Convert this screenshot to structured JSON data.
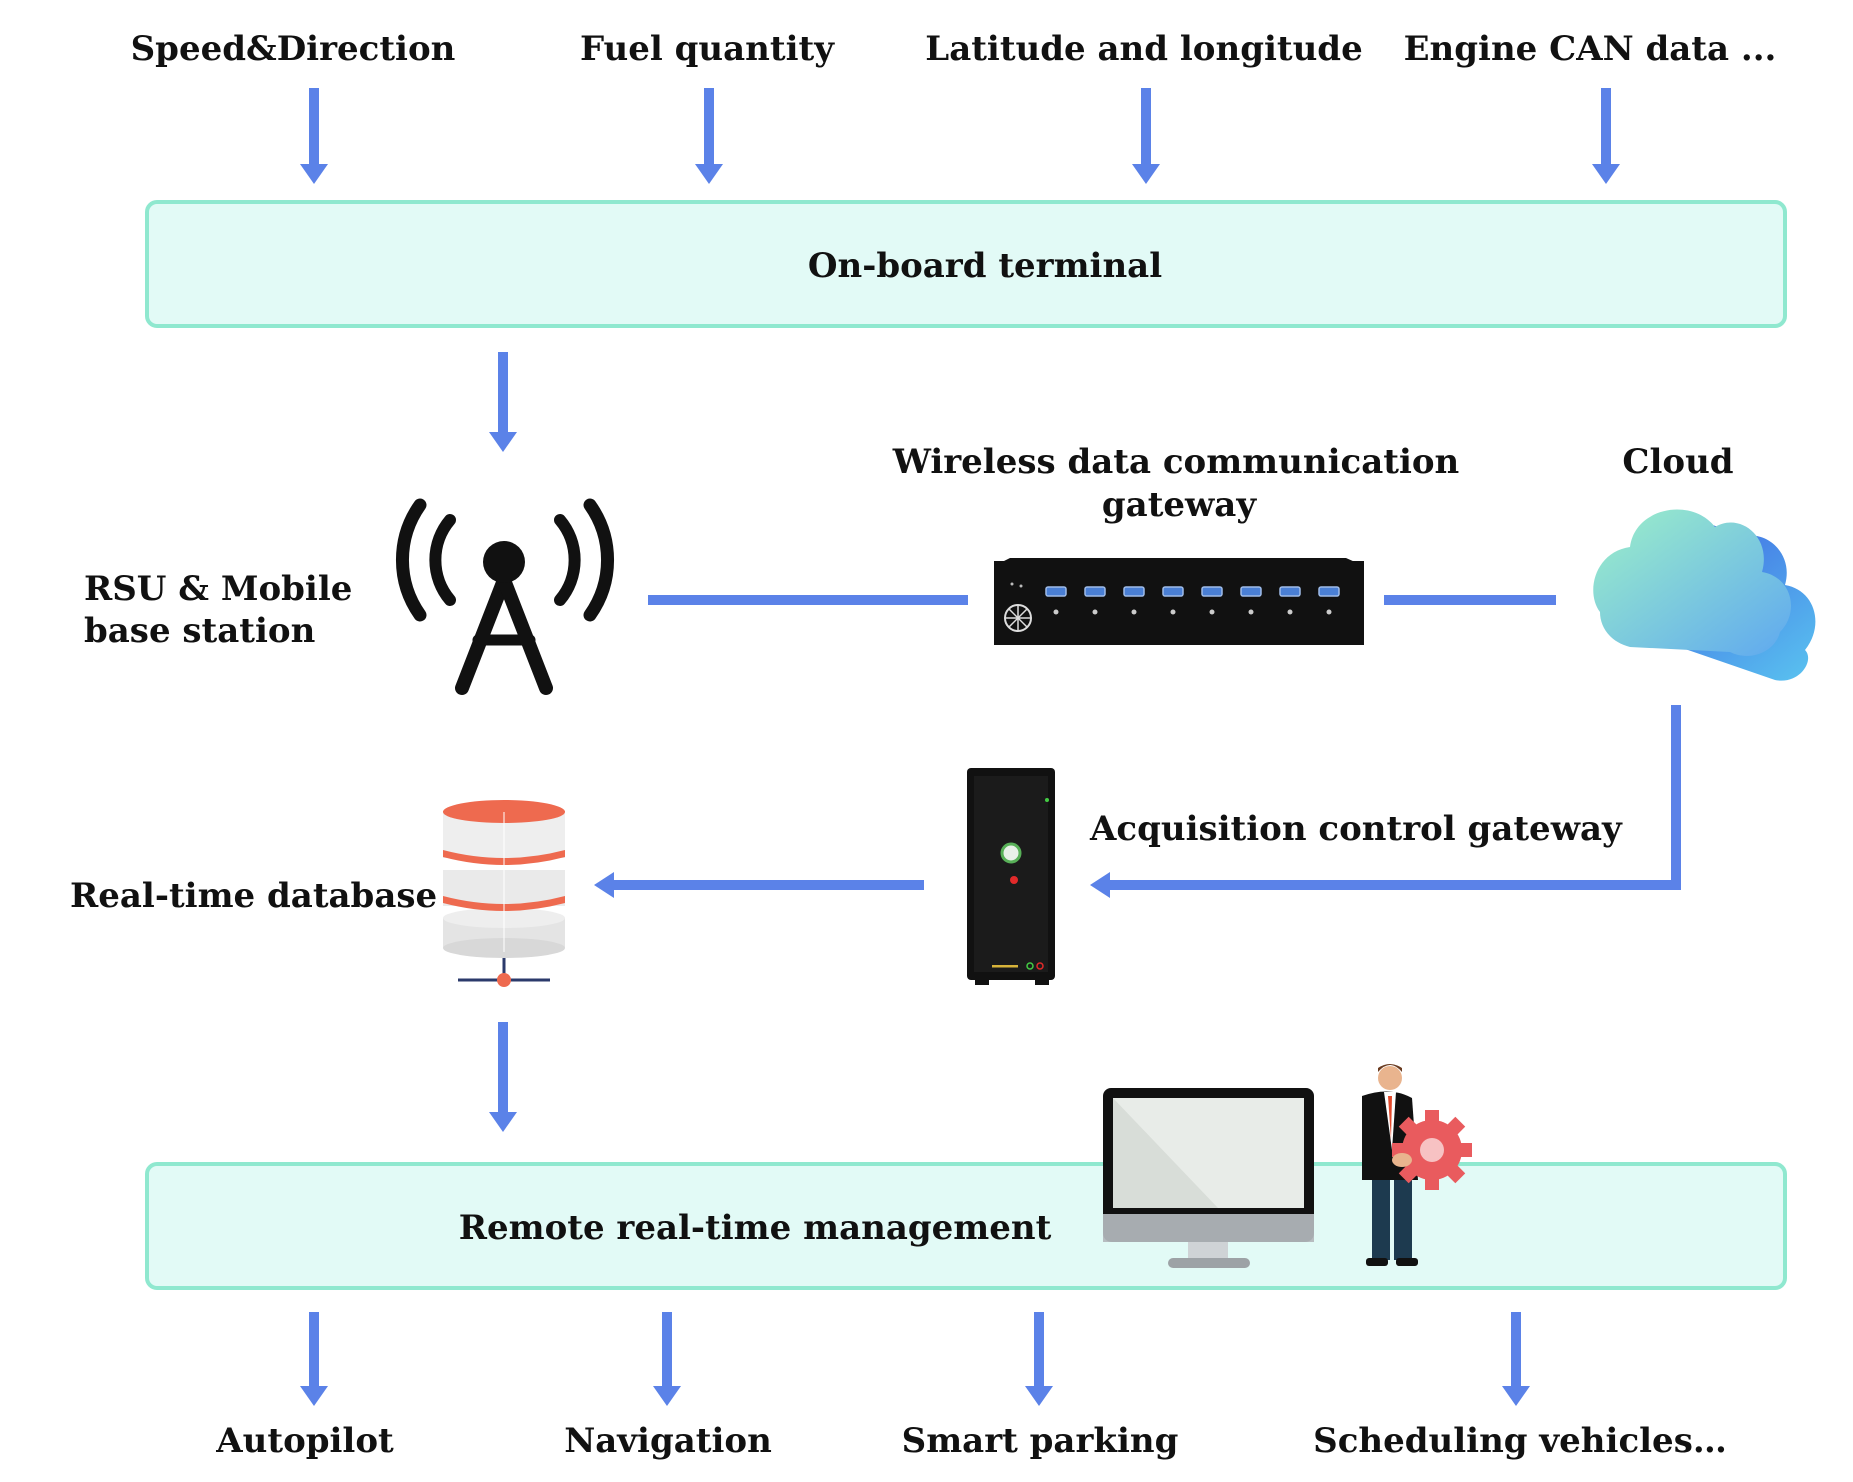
{
  "inputs": {
    "speed_direction": "Speed&Direction",
    "fuel_quantity": "Fuel quantity",
    "lat_long": "Latitude and longitude",
    "engine_can": "Engine CAN data ..."
  },
  "onboard_terminal": "On-board terminal",
  "rsu_station": {
    "line1": "RSU & Mobile",
    "line2": "base station"
  },
  "wireless_gateway": {
    "line1": "Wireless data communication",
    "line2": "gateway"
  },
  "cloud": "Cloud",
  "acquisition_gateway": "Acquisition control gateway",
  "realtime_database": "Real-time database",
  "remote_management": "Remote real-time management",
  "outputs": {
    "autopilot": "Autopilot",
    "navigation": "Navigation",
    "smart_parking": "Smart parking",
    "scheduling": "Scheduling vehicles…"
  },
  "colors": {
    "arrow": "#5b82e8",
    "box_fill": "#e2faf6",
    "box_border": "#8fe8cf",
    "database_accent": "#ee6a4f",
    "gear": "#e95b5e"
  },
  "icons": [
    "antenna-tower-icon",
    "gateway-device-icon",
    "cloud-icon",
    "server-tower-icon",
    "database-icon",
    "monitor-icon",
    "businessman-icon",
    "gear-icon"
  ]
}
